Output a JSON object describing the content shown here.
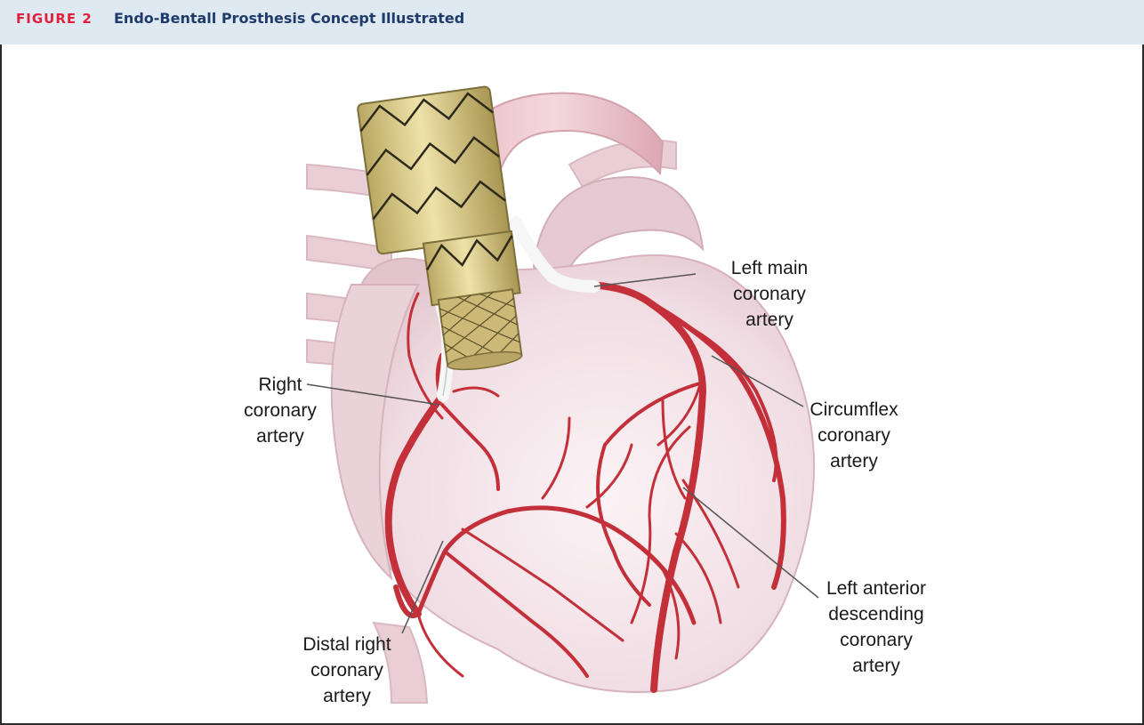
{
  "figure": {
    "number": "FIGURE 2",
    "title": "Endo-Bentall Prosthesis Concept Illustrated"
  },
  "labels": {
    "left_main": [
      "Left main",
      "coronary",
      "artery"
    ],
    "right_coronary": [
      "Right",
      "coronary",
      "artery"
    ],
    "circumflex": [
      "Circumflex",
      "coronary",
      "artery"
    ],
    "lad": [
      "Left anterior",
      "descending",
      "coronary",
      "artery"
    ],
    "distal_right": [
      "Distal right",
      "coronary",
      "artery"
    ]
  },
  "colors": {
    "header_bg": "#dfe9f2",
    "figure_number": "#e0203a",
    "figure_title": "#1f3b6b",
    "artery": "#c4303a",
    "heart": "#f2dfe4",
    "stent_graft": "#d8c98a"
  }
}
